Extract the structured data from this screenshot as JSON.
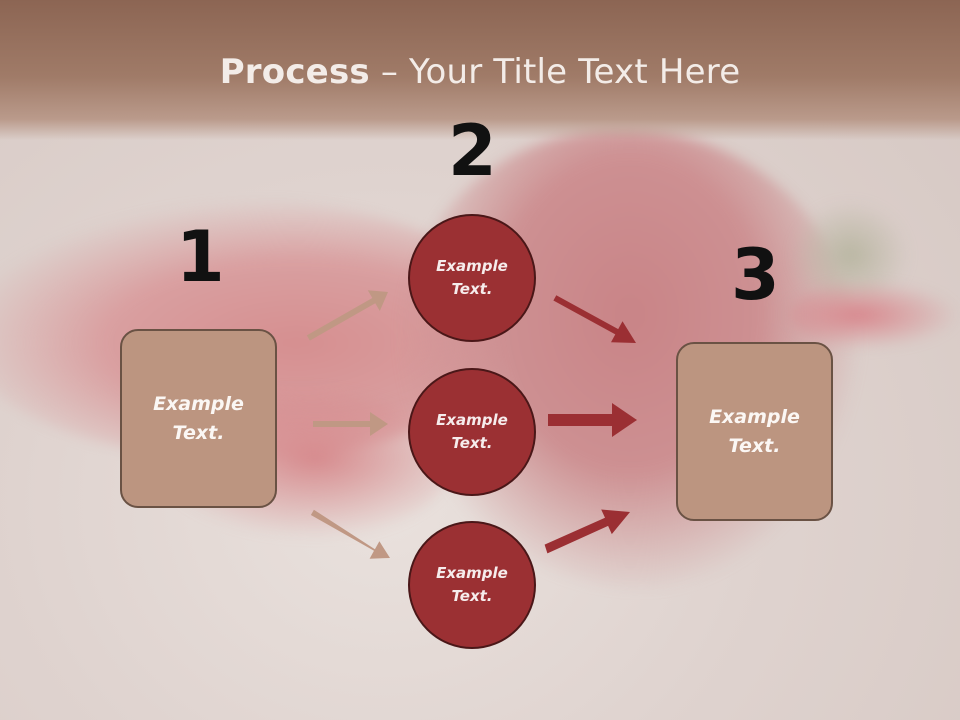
{
  "title": {
    "bold": "Process",
    "rest": " – Your Title Text Here"
  },
  "steps": [
    {
      "number": "1",
      "box_text_line1": "Example",
      "box_text_line2": "Text."
    },
    {
      "number": "2"
    },
    {
      "number": "3",
      "box_text_line1": "Example",
      "box_text_line2": "Text."
    }
  ],
  "circles": [
    {
      "line1": "Example",
      "line2": "Text."
    },
    {
      "line1": "Example",
      "line2": "Text."
    },
    {
      "line1": "Example",
      "line2": "Text."
    }
  ],
  "colors": {
    "title_band": "#8c6553",
    "box_fill": "#bc9580",
    "box_border": "#6a5244",
    "circle_fill": "#9b3033",
    "circle_border": "#4a1718",
    "left_arrows": "#c09884",
    "right_arrows": "#9b2f33",
    "numbers": "#111111"
  }
}
